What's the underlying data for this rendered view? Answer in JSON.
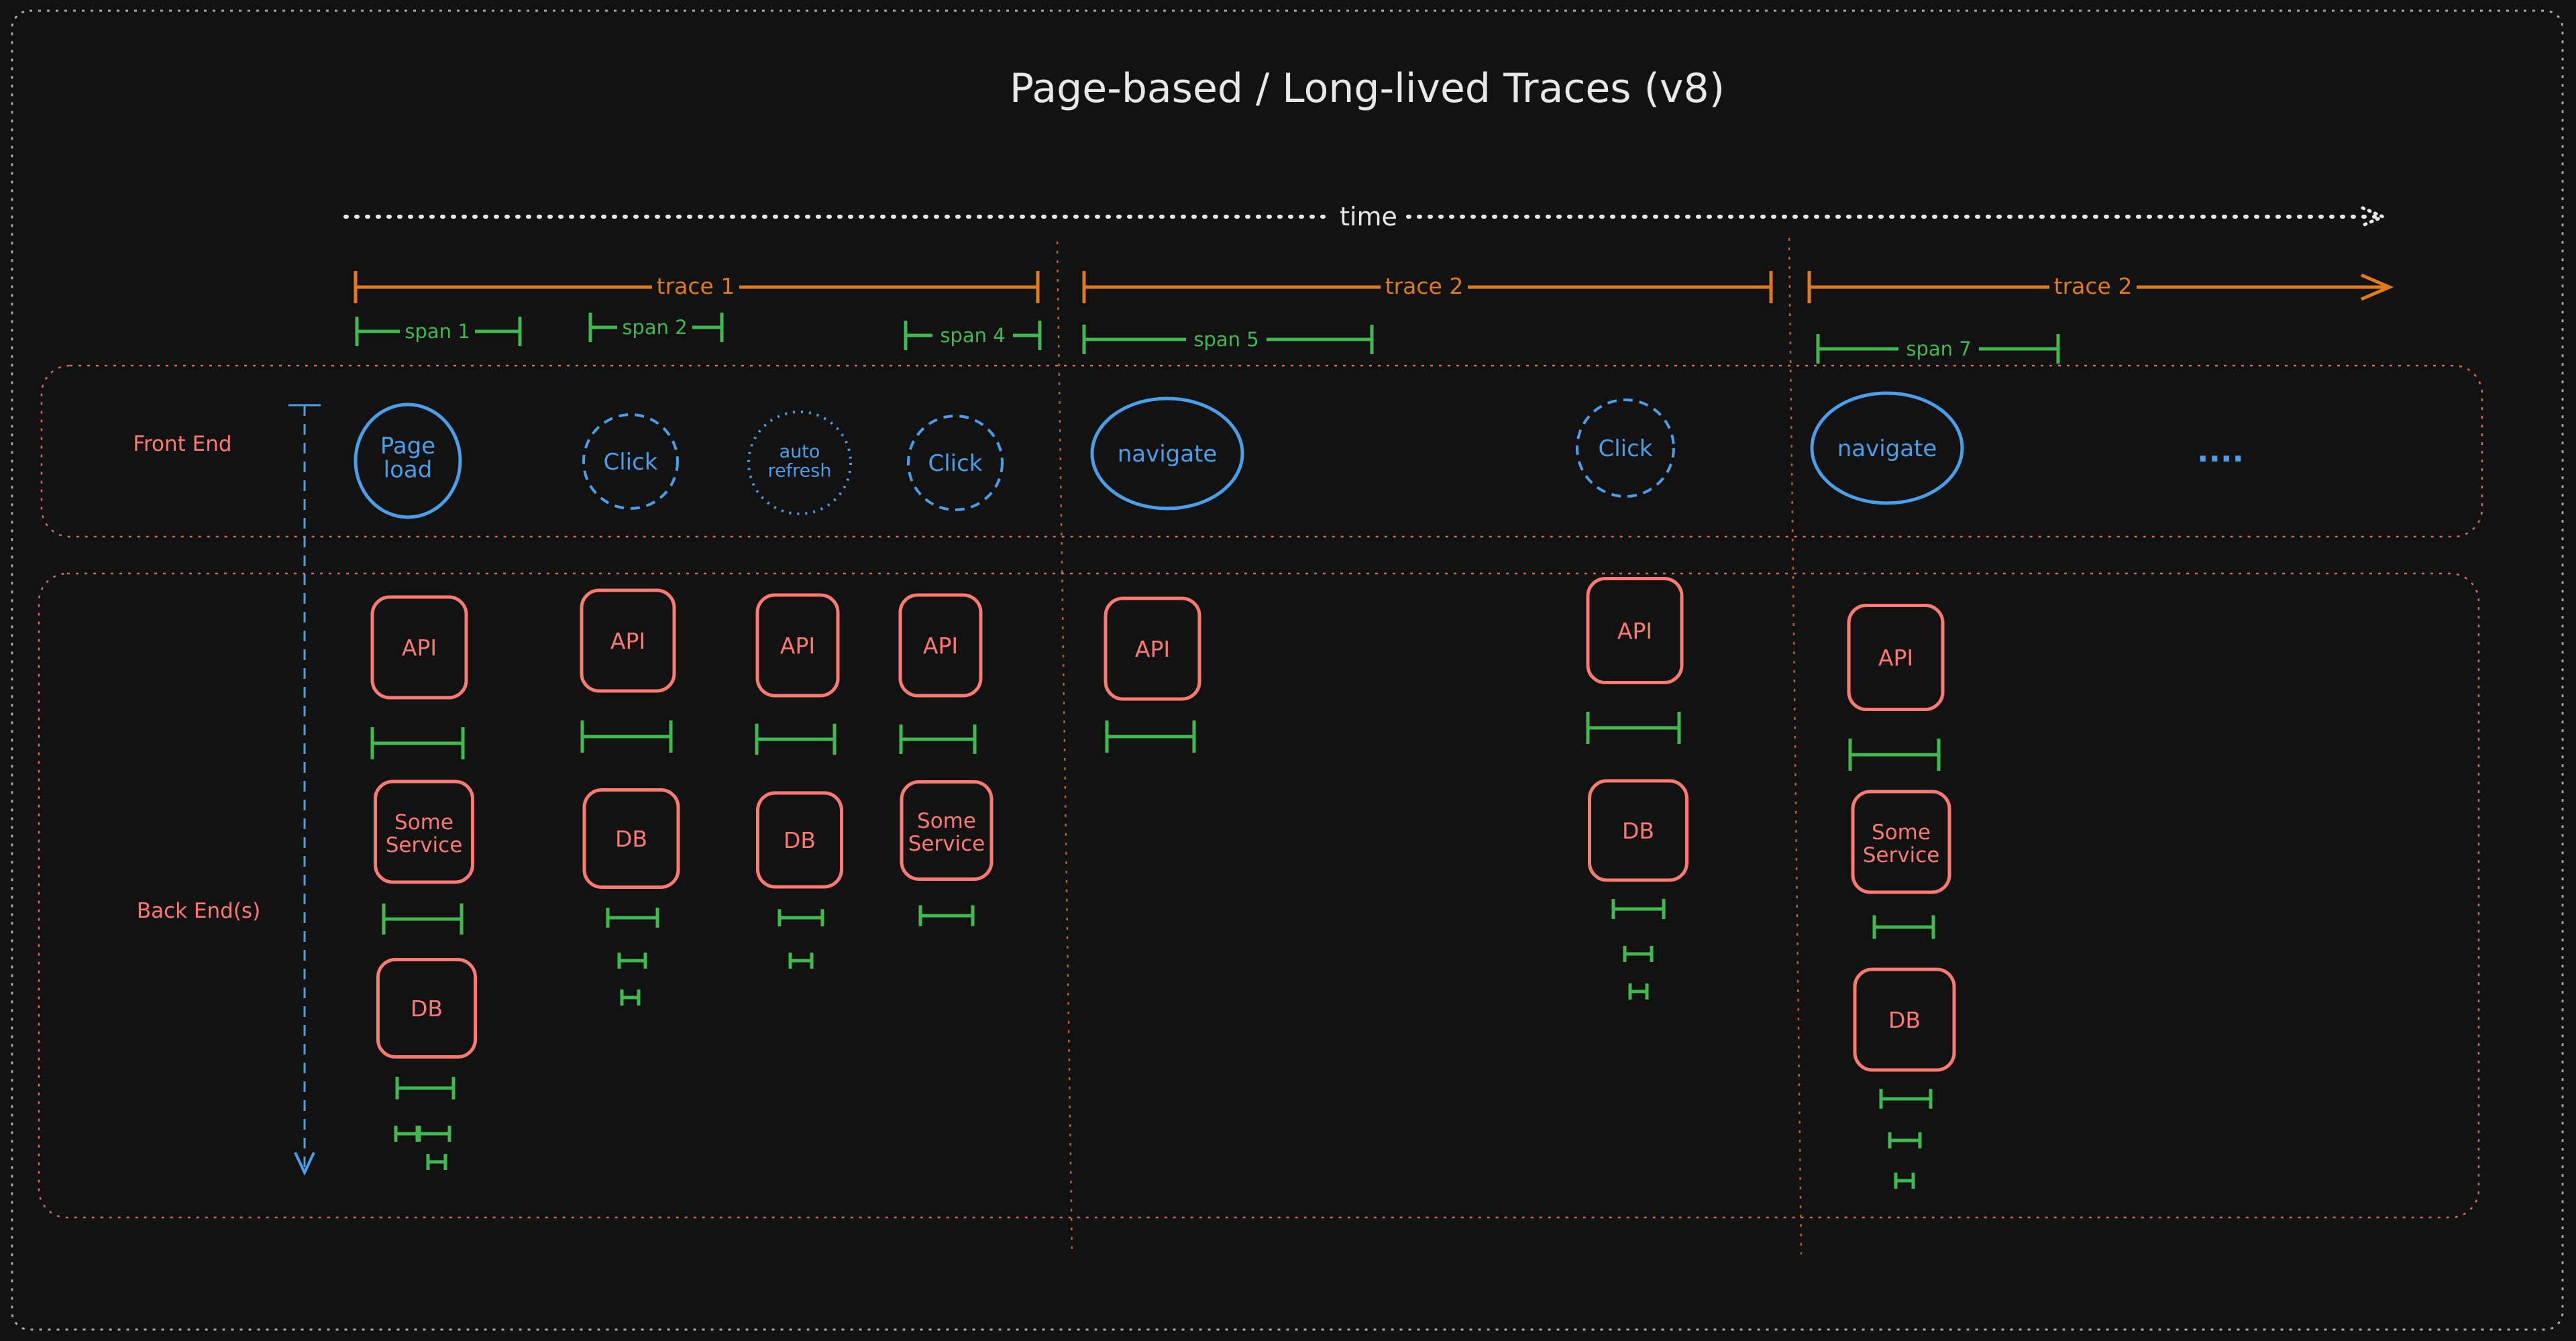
{
  "title": "Page-based / Long-lived Traces (v8)",
  "time_label": "time",
  "lanes": {
    "front_end": "Front End",
    "back_end": "Back End(s)"
  },
  "traces": [
    "trace 1",
    "trace 2",
    "trace 2"
  ],
  "spans": [
    "span 1",
    "span 2",
    "span 4",
    "span 5",
    "span 7"
  ],
  "events": {
    "page_load": "Page\nload",
    "click_1": "Click",
    "auto_refresh": "auto\nrefresh",
    "click_2": "Click",
    "navigate_1": "navigate",
    "click_3": "Click",
    "navigate_2": "navigate",
    "more": "...."
  },
  "services": {
    "api": "API",
    "db": "DB",
    "some_service": "Some\nService"
  },
  "colors": {
    "background": "#121212",
    "frame": "#cfcfcf",
    "title": "#e8e8e8",
    "trace": "#e07b1b",
    "span": "#3fb950",
    "front_end": "#4a9fe8",
    "back_end": "#ff7b72",
    "lane_label": "#ff7b72",
    "divider": "#c0641a"
  },
  "icons": {
    "arrow": "arrow-right-icon",
    "lane_arrow": "arrow-down-icon"
  }
}
